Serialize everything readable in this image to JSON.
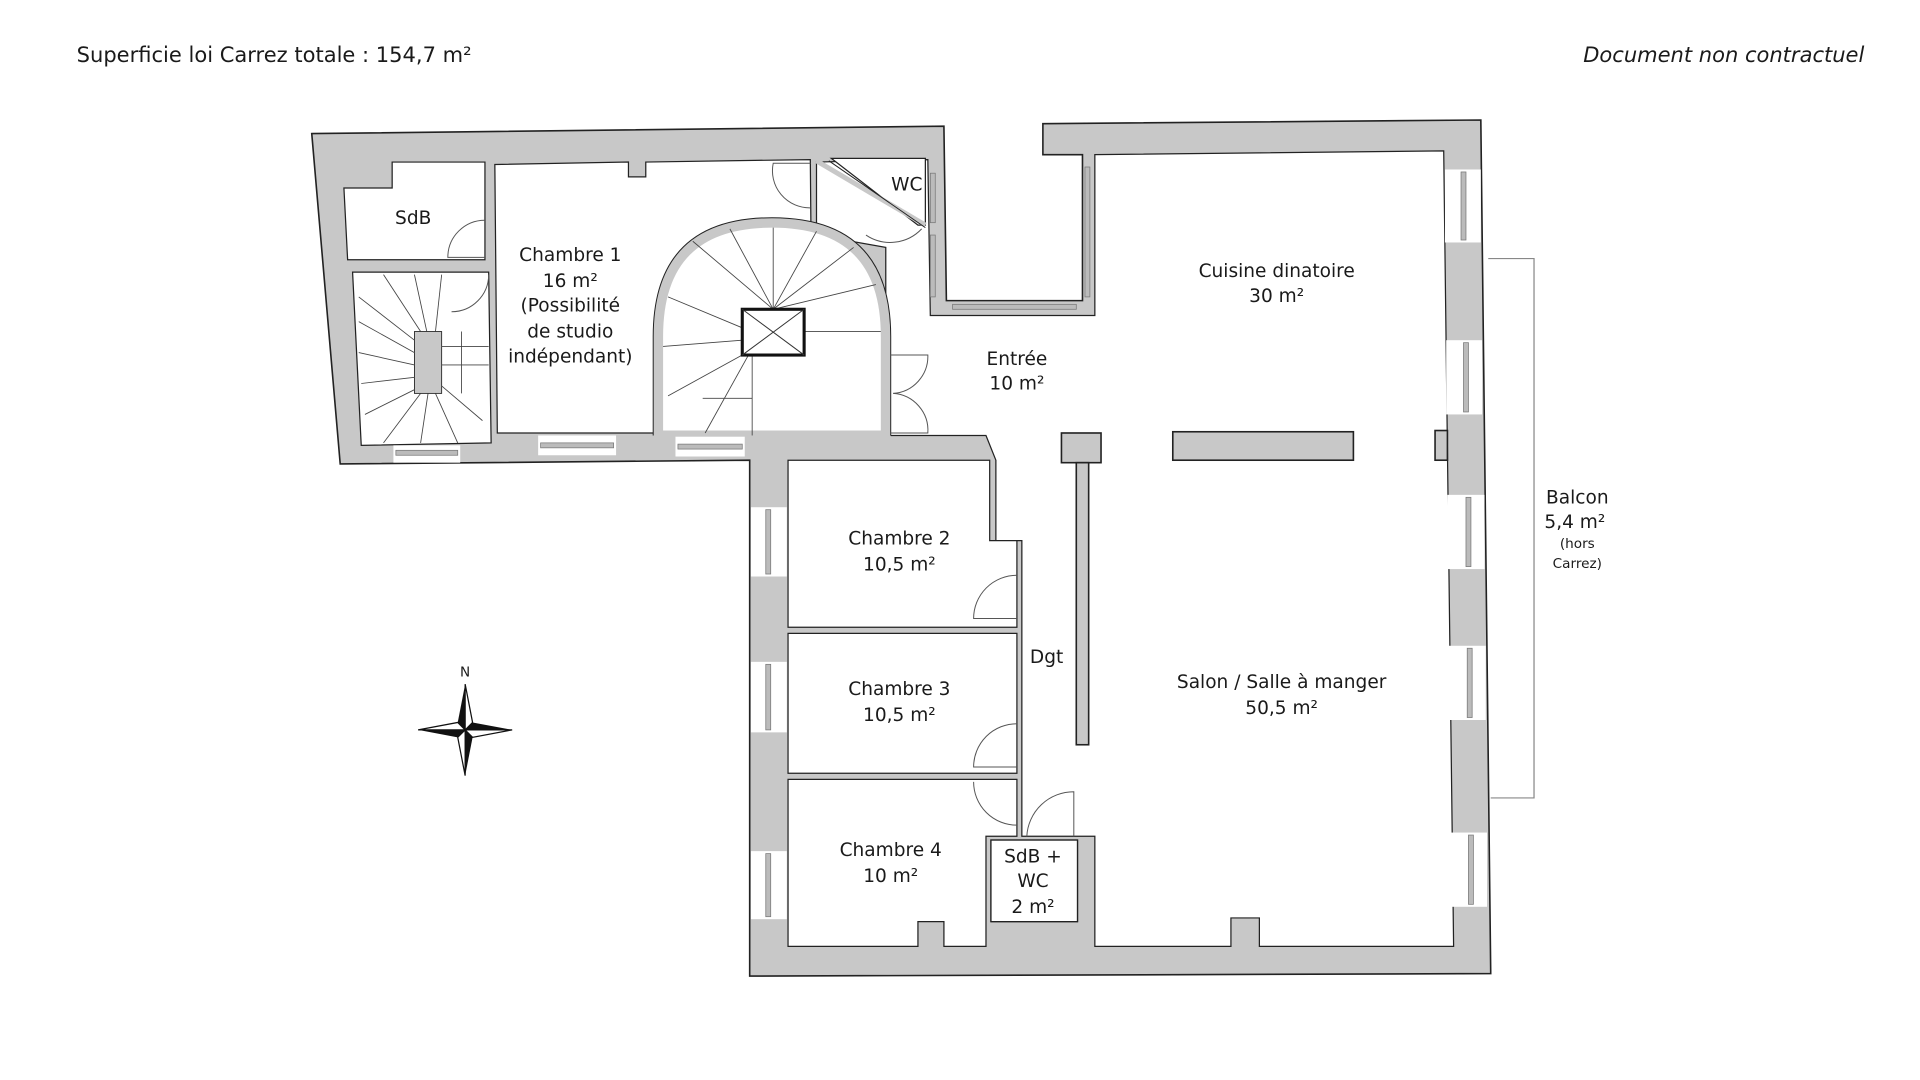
{
  "header": {
    "total_area": "Superficie loi Carrez totale :  154,7 m²",
    "disclaimer": "Document non contractuel"
  },
  "rooms": {
    "sdb": {
      "name": "SdB"
    },
    "chambre1": {
      "name": "Chambre 1",
      "area": "16 m²",
      "note1": "(Possibilité",
      "note2": "de studio",
      "note3": "indépendant)"
    },
    "wc": {
      "name": "WC"
    },
    "cuisine": {
      "name": "Cuisine dinatoire",
      "area": "30 m²"
    },
    "entree": {
      "name": "Entrée",
      "area": "10 m²"
    },
    "balcon": {
      "name": "Balcon",
      "area": "5,4 m²",
      "note1": "(hors",
      "note2": "Carrez)"
    },
    "chambre2": {
      "name": "Chambre 2",
      "area": "10,5 m²"
    },
    "chambre3": {
      "name": "Chambre 3",
      "area": "10,5 m²"
    },
    "dgt": {
      "name": "Dgt"
    },
    "salon": {
      "name": "Salon / Salle à manger",
      "area": "50,5 m²"
    },
    "chambre4": {
      "name": "Chambre 4",
      "area": "10 m²"
    },
    "sdbwc": {
      "line1": "SdB +",
      "line2": "WC",
      "area": "2 m²"
    }
  },
  "compass": {
    "north": "N"
  },
  "colors": {
    "wall": "#c8c8c8",
    "line": "#222222"
  }
}
